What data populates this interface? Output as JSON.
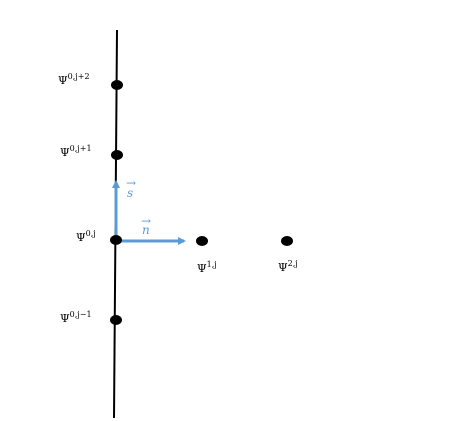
{
  "diagram": {
    "colors": {
      "line": "#000000",
      "node": "#000000",
      "vector": "#5b9bd5"
    },
    "nodes": [
      {
        "id": "psi-0-j+2",
        "base": "Ψ",
        "superscript": "0,j+2"
      },
      {
        "id": "psi-0-j+1",
        "base": "Ψ",
        "superscript": "0,j+1"
      },
      {
        "id": "psi-0-j",
        "base": "Ψ",
        "superscript": "0,j"
      },
      {
        "id": "psi-0-j-1",
        "base": "Ψ",
        "superscript": "0,j−1"
      },
      {
        "id": "psi-1-j",
        "base": "Ψ",
        "superscript": "1,j"
      },
      {
        "id": "psi-2-j",
        "base": "Ψ",
        "superscript": "2,j"
      }
    ],
    "vectors": {
      "s": {
        "letter": "s",
        "arrow": "→"
      },
      "n": {
        "letter": "n",
        "arrow": "→"
      }
    }
  }
}
